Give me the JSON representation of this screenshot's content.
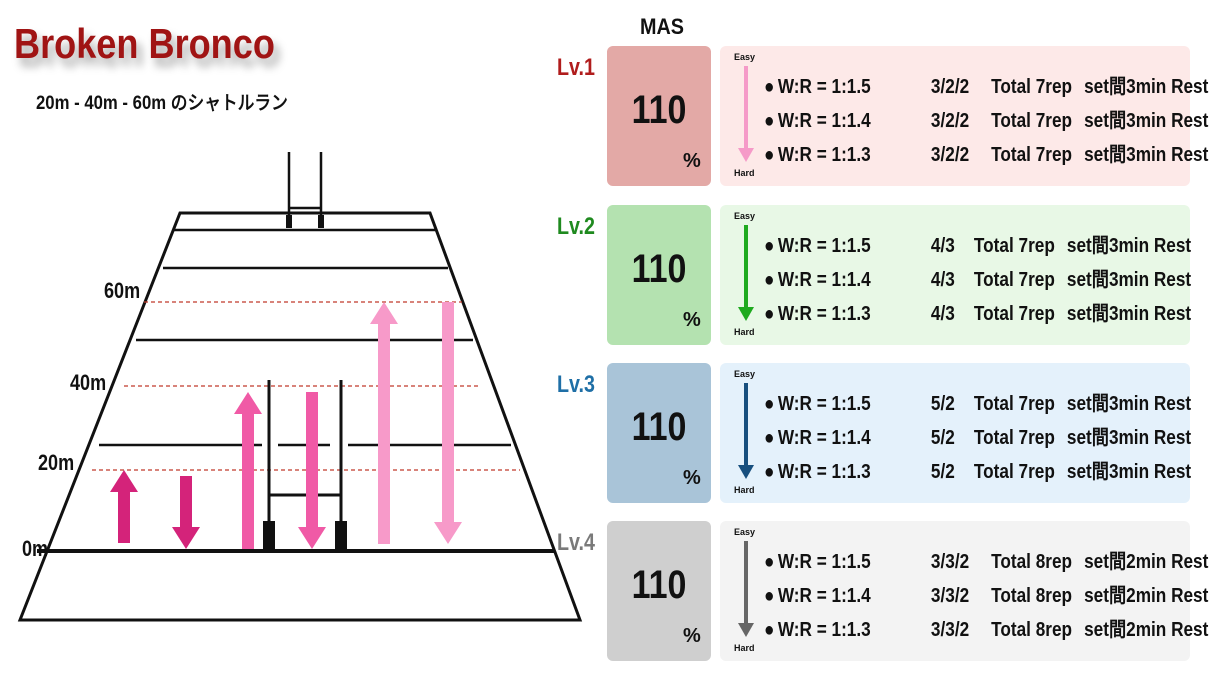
{
  "title": "Broken Bronco",
  "subtitle": "20m - 40m - 60m のシャトルラン",
  "distance_marks": [
    "60m",
    "40m",
    "20m",
    "0m"
  ],
  "mas_header": "MAS",
  "scale": {
    "easy": "Easy",
    "hard": "Hard"
  },
  "arrow_colors": [
    "#d4237a",
    "#d4237a",
    "#f05aa6",
    "#f05aa6",
    "#f79ac9",
    "#f79ac9"
  ],
  "levels": [
    {
      "label": "Lv.1",
      "label_color": "#b01c1c",
      "mas_value": "110",
      "mas_unit": "%",
      "mas_bg": "#e3a9a6",
      "desc_bg": "#fde9e8",
      "arrow_color": "#f59ac8",
      "rows": [
        {
          "bullet": "●",
          "wr": "W:R = 1:1.5",
          "pattern": "3/2/2",
          "total": "Total 7rep",
          "rest": "set間3min Rest"
        },
        {
          "bullet": "●",
          "wr": "W:R = 1:1.4",
          "pattern": "3/2/2",
          "total": "Total 7rep",
          "rest": "set間3min Rest"
        },
        {
          "bullet": "●",
          "wr": "W:R = 1:1.3",
          "pattern": "3/2/2",
          "total": "Total 7rep",
          "rest": "set間3min Rest"
        }
      ]
    },
    {
      "label": "Lv.2",
      "label_color": "#1f8a1f",
      "mas_value": "110",
      "mas_unit": "%",
      "mas_bg": "#b4e2b0",
      "desc_bg": "#e8f8e6",
      "arrow_color": "#1faa1f",
      "rows": [
        {
          "bullet": "●",
          "wr": "W:R = 1:1.5",
          "pattern": "4/3",
          "total": "Total 7rep",
          "rest": "set間3min Rest"
        },
        {
          "bullet": "●",
          "wr": "W:R = 1:1.4",
          "pattern": "4/3",
          "total": "Total 7rep",
          "rest": "set間3min Rest"
        },
        {
          "bullet": "●",
          "wr": "W:R = 1:1.3",
          "pattern": "4/3",
          "total": "Total 7rep",
          "rest": "set間3min Rest"
        }
      ]
    },
    {
      "label": "Lv.3",
      "label_color": "#1f6fa6",
      "mas_value": "110",
      "mas_unit": "%",
      "mas_bg": "#a9c4d8",
      "desc_bg": "#e4f1fb",
      "arrow_color": "#174f7e",
      "rows": [
        {
          "bullet": "●",
          "wr": "W:R = 1:1.5",
          "pattern": "5/2",
          "total": "Total 7rep",
          "rest": "set間3min Rest"
        },
        {
          "bullet": "●",
          "wr": "W:R = 1:1.4",
          "pattern": "5/2",
          "total": "Total 7rep",
          "rest": "set間3min Rest"
        },
        {
          "bullet": "●",
          "wr": "W:R = 1:1.3",
          "pattern": "5/2",
          "total": "Total 7rep",
          "rest": "set間3min Rest"
        }
      ]
    },
    {
      "label": "Lv.4",
      "label_color": "#7a7a7a",
      "mas_value": "110",
      "mas_unit": "%",
      "mas_bg": "#cfcfcf",
      "desc_bg": "#f3f3f3",
      "arrow_color": "#666666",
      "rows": [
        {
          "bullet": "●",
          "wr": "W:R = 1:1.5",
          "pattern": "3/3/2",
          "total": "Total 8rep",
          "rest": "set間2min Rest"
        },
        {
          "bullet": "●",
          "wr": "W:R = 1:1.4",
          "pattern": "3/3/2",
          "total": "Total 8rep",
          "rest": "set間2min Rest"
        },
        {
          "bullet": "●",
          "wr": "W:R = 1:1.3",
          "pattern": "3/3/2",
          "total": "Total 8rep",
          "rest": "set間2min Rest"
        }
      ]
    }
  ]
}
